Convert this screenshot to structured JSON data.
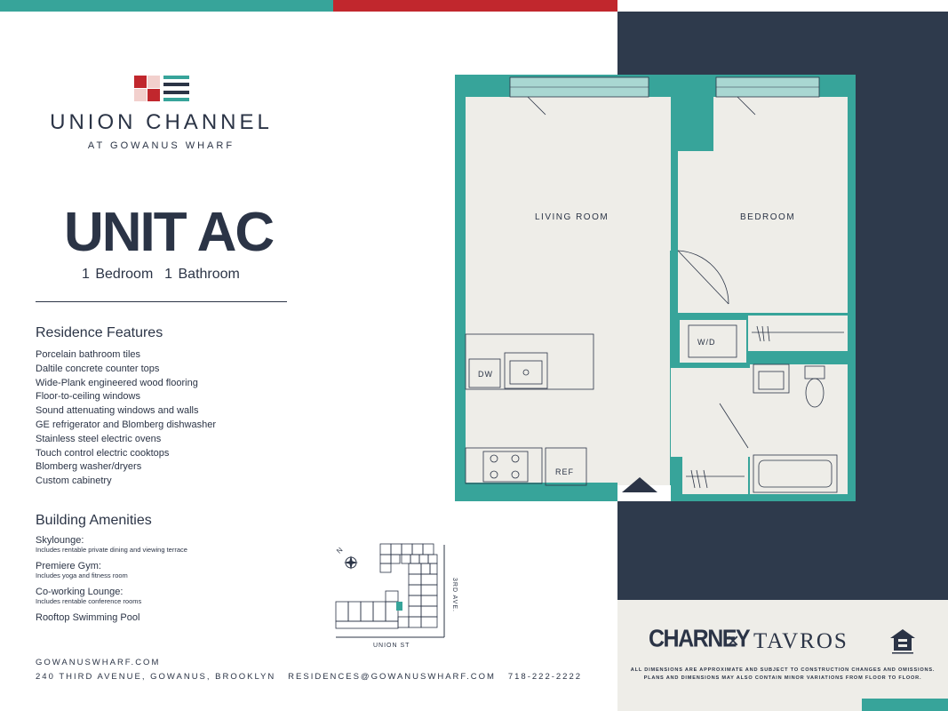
{
  "brand": {
    "name": "UNION CHANNEL",
    "subtitle": "AT GOWANUS WHARF"
  },
  "unit": {
    "title": "UNIT AC",
    "subtitle": "1 Bedroom  1 Bathroom"
  },
  "residence_features": {
    "heading": "Residence Features",
    "items": [
      "Porcelain bathroom tiles",
      "Daltile concrete counter tops",
      "Wide-Plank engineered wood flooring",
      "Floor-to-ceiling windows",
      "Sound attenuating windows and walls",
      "GE refrigerator and Blomberg dishwasher",
      "Stainless steel electric ovens",
      "Touch control electric cooktops",
      "Blomberg washer/dryers",
      "Custom cabinetry"
    ]
  },
  "building_amenities": {
    "heading": "Building Amenities",
    "items": [
      {
        "name": "Skylounge:",
        "desc": "Includes rentable private dining and viewing terrace"
      },
      {
        "name": "Premiere Gym:",
        "desc": "Includes yoga and fitness room"
      },
      {
        "name": "Co-working Lounge:",
        "desc": "Includes rentable conference rooms"
      },
      {
        "name": "Rooftop Swimming Pool",
        "desc": ""
      }
    ]
  },
  "keyplan": {
    "north": "N",
    "street_bottom": "UNION ST",
    "street_right": "3RD AVE."
  },
  "contact": {
    "website": "GOWANUSWHARF.COM",
    "line": "240 THIRD AVENUE, GOWANUS, BROOKLYN   RESIDENCES@GOWANUSWHARF.COM   718-222-2222"
  },
  "floorplan": {
    "living_room": "LIVING ROOM",
    "bedroom": "BEDROOM",
    "washer_dryer": "W/D",
    "dishwasher": "DW",
    "refrigerator": "REF"
  },
  "partners": {
    "left": "CHARNEY",
    "separator": "×",
    "right": "TAVROS"
  },
  "disclaimer": "ALL DIMENSIONS ARE APPROXIMATE AND SUBJECT TO CONSTRUCTION CHANGES AND OMISSIONS. PLANS AND DIMENSIONS MAY ALSO CONTAIN MINOR VARIATIONS FROM FLOOR TO FLOOR.",
  "colors": {
    "teal": "#37a49a",
    "red": "#c1272d",
    "navy": "#2e3a4c",
    "floor": "#eeede8"
  },
  "icons": [
    "logo-mark-icon",
    "compass-icon",
    "entry-arrow-icon",
    "equal-housing-icon"
  ]
}
